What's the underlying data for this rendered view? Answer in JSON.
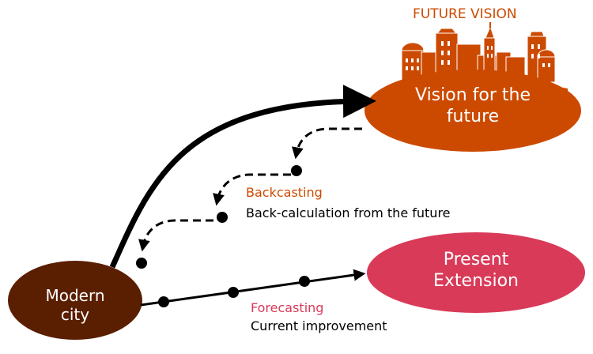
{
  "future_vision": {
    "heading": "FUTURE VISION",
    "icon": "city-skyline-icon",
    "node_line1": "Vision for the",
    "node_line2": "future",
    "color": "#CC4A00"
  },
  "present_extension": {
    "node_line1": "Present",
    "node_line2": "Extension",
    "color": "#D93A58"
  },
  "modern_city": {
    "node_line1": "Modern",
    "node_line2": "city",
    "color": "#5A1E00"
  },
  "backcasting": {
    "title": "Backcasting",
    "description": "Back-calculation from the future",
    "title_color": "#CC4A00"
  },
  "forecasting": {
    "title": "Forecasting",
    "description": "Current improvement",
    "title_color": "#D93A58"
  }
}
